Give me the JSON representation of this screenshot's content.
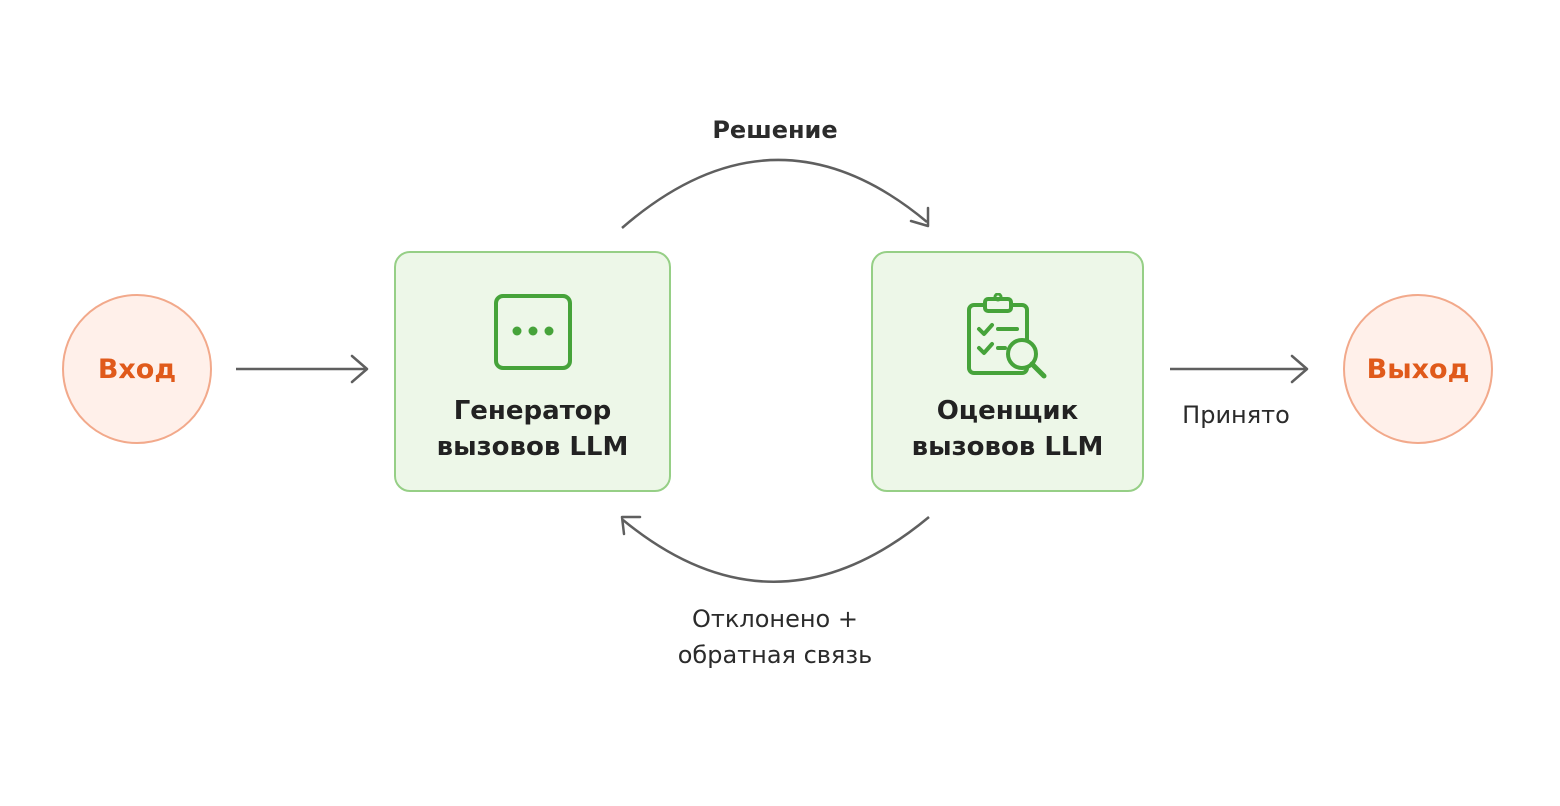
{
  "colors": {
    "terminal_fill": "#fff0ea",
    "terminal_stroke": "#f2a98b",
    "terminal_text": "#e05a1b",
    "node_fill": "#edf7e8",
    "node_stroke": "#96cf86",
    "icon_green": "#46a33a",
    "arrow": "#5f5f5f"
  },
  "nodes": {
    "input": {
      "label": "Вход"
    },
    "generator": {
      "line1": "Генератор",
      "line2": "вызовов LLM",
      "icon": "chat-bubble-dots-icon"
    },
    "evaluator": {
      "line1": "Оценщик",
      "line2": "вызовов LLM",
      "icon": "clipboard-search-icon"
    },
    "output": {
      "label": "Выход"
    }
  },
  "edges": {
    "solution": {
      "label": "Решение"
    },
    "rejected": {
      "line1": "Отклонено +",
      "line2": "обратная связь"
    },
    "accepted": {
      "label": "Принято"
    }
  }
}
